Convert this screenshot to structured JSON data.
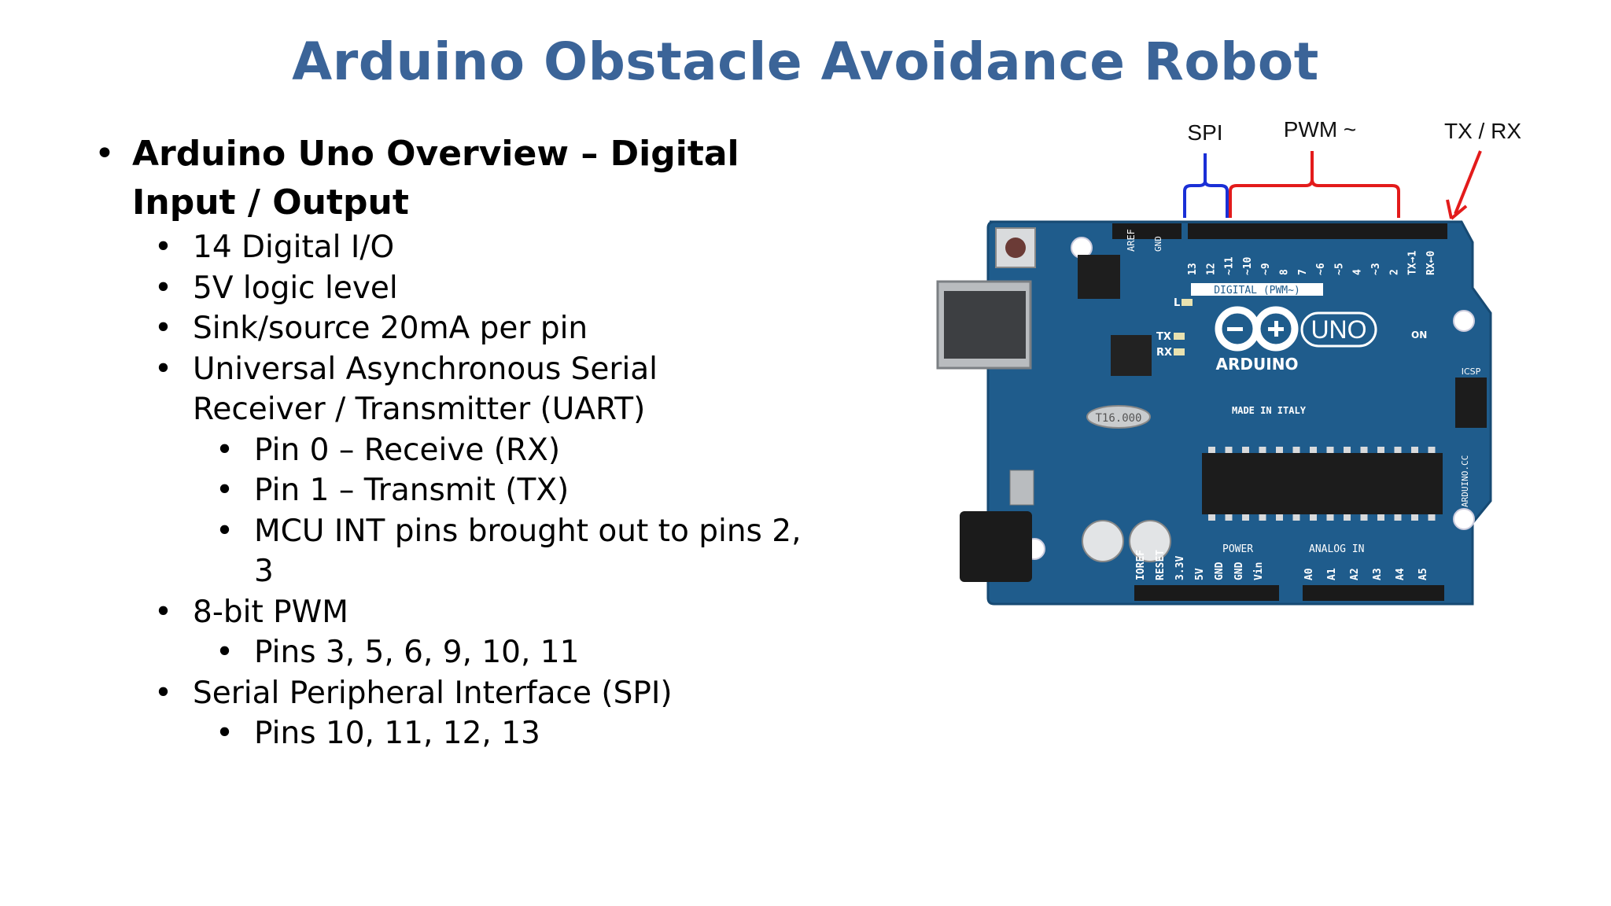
{
  "slide": {
    "title": "Arduino Obstacle Avoidance Robot"
  },
  "bullets": {
    "heading": "Arduino Uno Overview – Digital Input / Output",
    "items": [
      "14 Digital I/O",
      "5V logic level",
      "Sink/source 20mA per pin",
      "Universal Asynchronous Serial Receiver / Transmitter (UART)",
      "Pin 0 – Receive (RX)",
      "Pin 1 – Transmit (TX)",
      "MCU INT pins brought out to pins 2, 3",
      "8-bit PWM",
      "Pins 3, 5, 6, 9, 10, 11",
      "Serial Peripheral Interface (SPI)",
      "Pins 10, 11, 12, 13"
    ],
    "bullet_glyph": "•"
  },
  "figure": {
    "labels": {
      "spi": "SPI",
      "pwm": "PWM ~",
      "txrx": "TX / RX"
    },
    "board": {
      "brand": "ARDUINO",
      "model": "UNO",
      "made_in": "MADE IN ITALY",
      "digital": "DIGITAL (PWM~)",
      "power": "POWER",
      "analog": "ANALOG IN",
      "crystal": "T16.000",
      "on": "ON",
      "icsp": "ICSP",
      "l": "L",
      "tx": "TX",
      "rx": "RX",
      "aref": "AREF",
      "gnd": "GND",
      "url": "ARDUINO.CC",
      "digital_pins": [
        "13",
        "12",
        "~11",
        "~10",
        "~9",
        "8",
        "7",
        "~6",
        "~5",
        "4",
        "~3",
        "2",
        "TX→1",
        "RX←0"
      ],
      "power_pins": [
        "IOREF",
        "RESET",
        "3.3V",
        "5V",
        "GND",
        "GND",
        "Vin"
      ],
      "analog_pins": [
        "A0",
        "A1",
        "A2",
        "A3",
        "A4",
        "A5"
      ]
    },
    "colors": {
      "board": "#1f5c8c",
      "spi_bracket": "#1a2fd6",
      "pwm_bracket": "#e31b1b",
      "title": "#3b6498"
    }
  }
}
